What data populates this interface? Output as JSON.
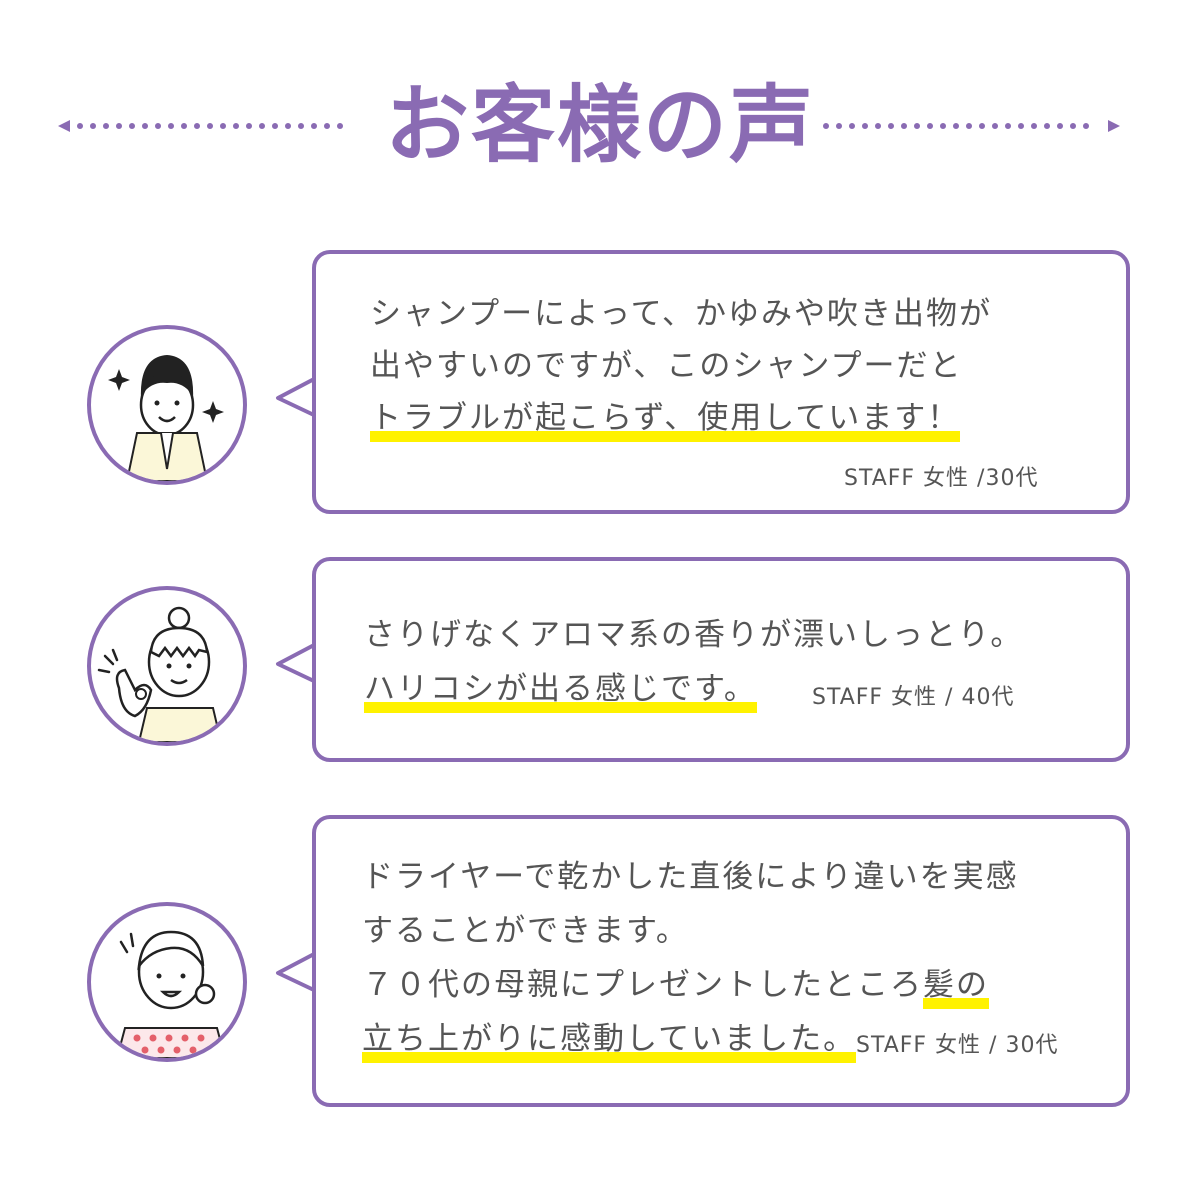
{
  "heading": {
    "title": "お客様の声"
  },
  "colors": {
    "accent": "#8a6bb3",
    "text": "#555555",
    "highlight": "#fff200"
  },
  "testimonials": [
    {
      "lines": [
        "シャンプーによって、かゆみや吹き出物が",
        "出やすいのですが、このシャンプーだと"
      ],
      "highlight_line": "トラブルが起こらず、使用しています！",
      "credit": "STAFF 女性 /30代",
      "avatar_icon": "woman-praying-icon"
    },
    {
      "lines": [
        "さりげなくアロマ系の香りが漂いしっとり。"
      ],
      "highlight_line": "ハリコシが出る感じです。",
      "credit": "STAFF 女性 / 40代",
      "avatar_icon": "woman-ok-sign-icon"
    },
    {
      "lines": [
        "ドライヤーで乾かした直後により違いを実感",
        "することができます。"
      ],
      "line3_plain": "７０代の母親にプレゼントしたところ",
      "line3_highlight": "髪の",
      "highlight_line": "立ち上がりに感動していました。",
      "credit": "STAFF 女性 / 30代",
      "avatar_icon": "woman-smiling-icon"
    }
  ]
}
